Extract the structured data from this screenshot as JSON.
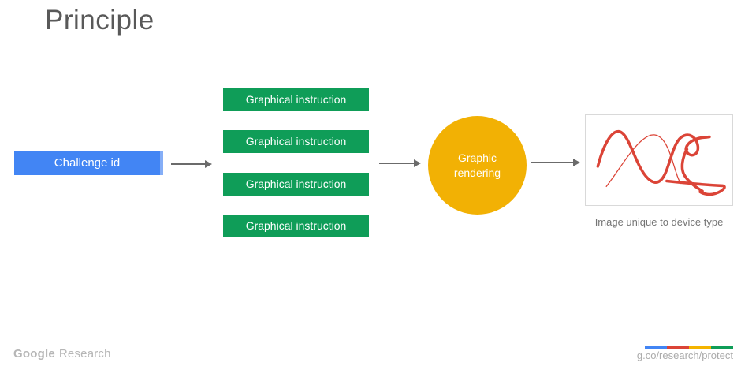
{
  "slide": {
    "title": "Principle"
  },
  "colors": {
    "blue": "#4285f4",
    "blue-edge": "#85aef7",
    "green": "#0f9d58",
    "yellow": "#f2b104",
    "red": "#db4437",
    "arrow": "#6b6b6b",
    "title": "#595959",
    "muted": "#757575",
    "footer": "#b6b6b6",
    "frame-border": "#d9d9d9"
  },
  "diagram": {
    "challenge": {
      "label": "Challenge id"
    },
    "instructions": [
      {
        "label": "Graphical instruction"
      },
      {
        "label": "Graphical instruction"
      },
      {
        "label": "Graphical instruction"
      },
      {
        "label": "Graphical instruction"
      }
    ],
    "renderer": {
      "line1": "Graphic",
      "line2": "rendering"
    },
    "output": {
      "caption": "Image unique to device type",
      "scribble_color": "#db4437"
    }
  },
  "footer": {
    "brand_primary": "Google",
    "brand_secondary": "Research",
    "link": "g.co/research/protect",
    "bar_colors": [
      "#4285f4",
      "#db4437",
      "#f4b400",
      "#0f9d58"
    ]
  }
}
